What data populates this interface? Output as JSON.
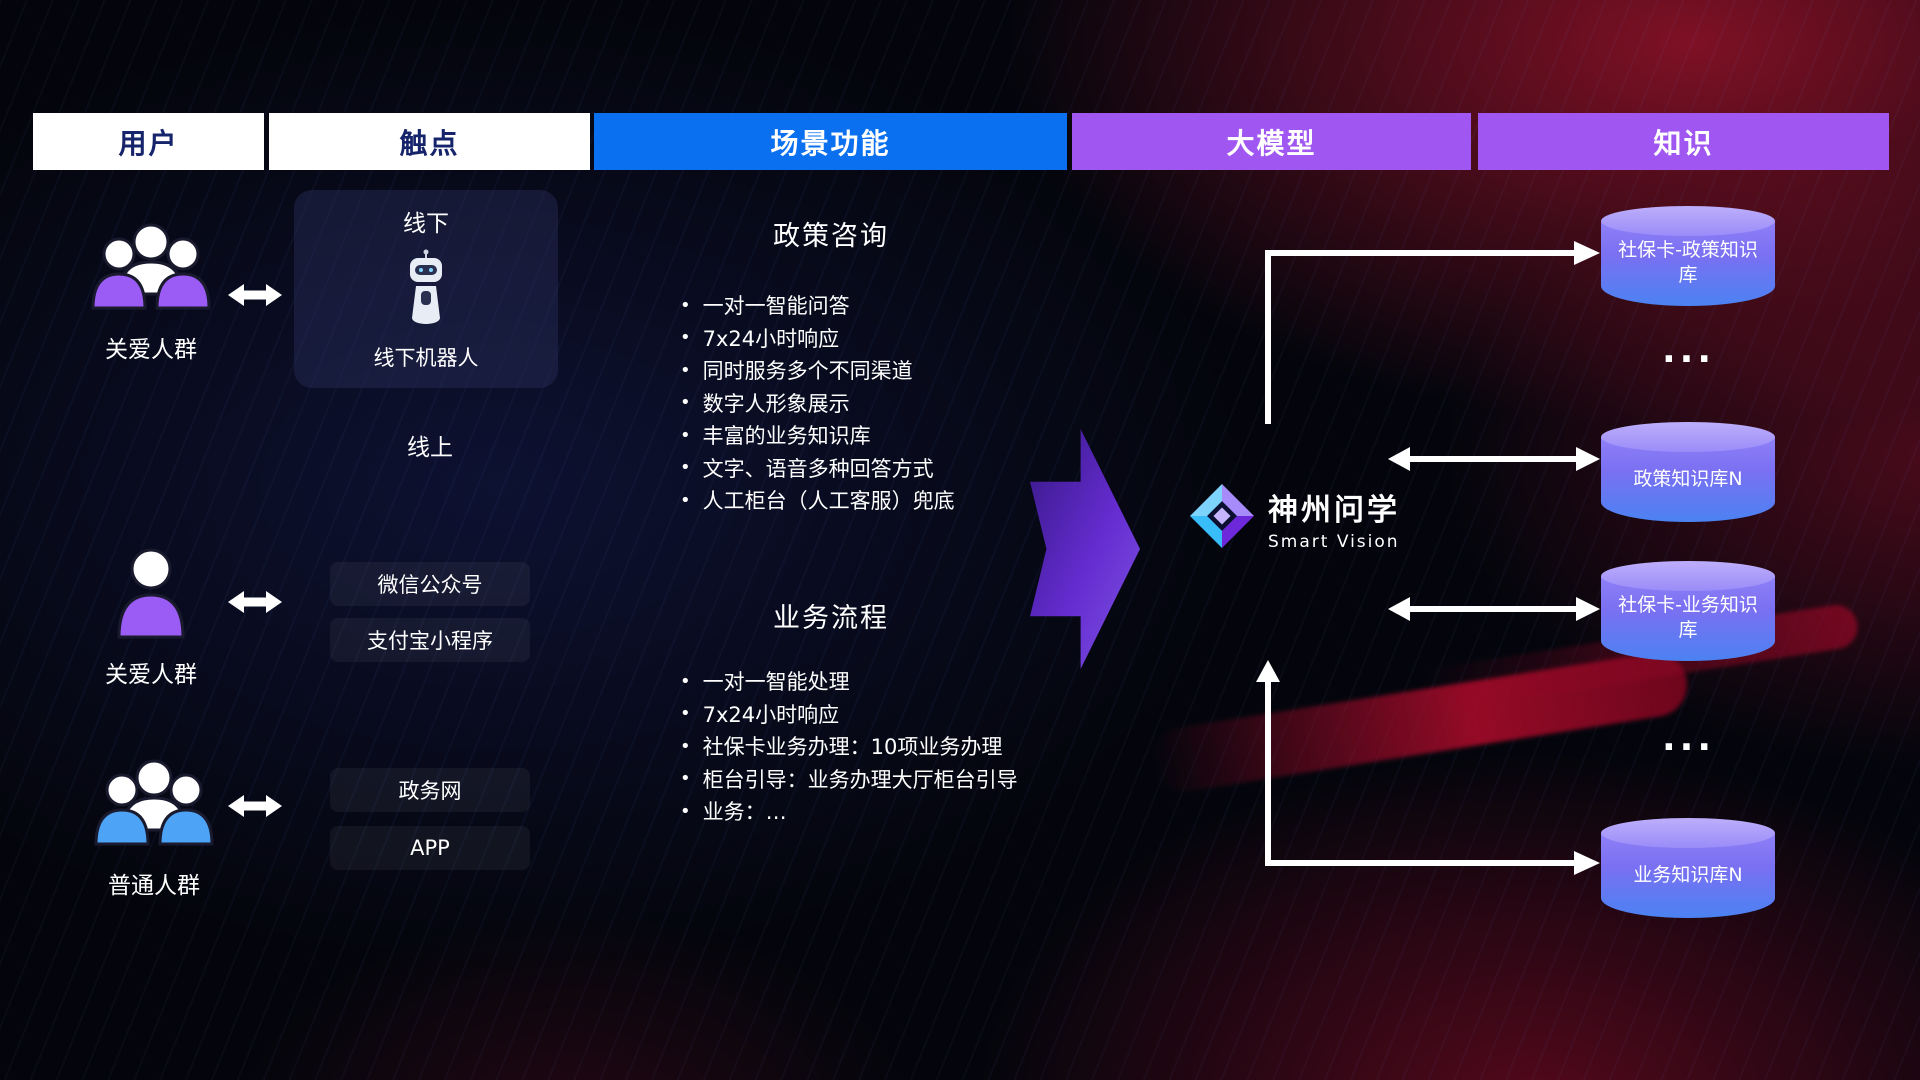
{
  "header": {
    "columns": [
      {
        "label": "用户",
        "variant": "white"
      },
      {
        "label": "触点",
        "variant": "white"
      },
      {
        "label": "场景功能",
        "variant": "blue"
      },
      {
        "label": "大模型",
        "variant": "purple"
      },
      {
        "label": "知识",
        "variant": "purple"
      }
    ]
  },
  "users": [
    {
      "label": "关爱人群",
      "icon": "people-group-icon",
      "color": "#9b5cf6"
    },
    {
      "label": "关爱人群",
      "icon": "person-icon",
      "color": "#9b5cf6"
    },
    {
      "label": "普通人群",
      "icon": "people-group-icon",
      "color": "#4da3f5"
    }
  ],
  "touchpoints": {
    "offline": {
      "title": "线下",
      "caption": "线下机器人",
      "icon": "robot-icon"
    },
    "online_label": "线上",
    "channels": [
      "微信公众号",
      "支付宝小程序",
      "政务网",
      "APP"
    ]
  },
  "scenarios": [
    {
      "title": "政策咨询",
      "bullets": [
        "一对一智能问答",
        "7x24小时响应",
        "同时服务多个不同渠道",
        "数字人形象展示",
        "丰富的业务知识库",
        "文字、语音多种回答方式",
        "人工柜台（人工客服）兜底"
      ]
    },
    {
      "title": "业务流程",
      "bullets": [
        "一对一智能处理",
        "7x24小时响应",
        "社保卡业务办理：10项业务办理",
        "柜台引导：业务办理大厅柜台引导",
        "业务：…"
      ]
    }
  ],
  "model": {
    "name": "神州问学",
    "subtitle": "Smart Vision",
    "icon": "diamond-logo-icon"
  },
  "knowledge": {
    "cylinders": [
      "社保卡-政策知识库",
      "政策知识库N",
      "社保卡-业务知识库",
      "业务知识库N"
    ],
    "ellipsis": "..."
  },
  "colors": {
    "header_blue": "#0a70f0",
    "header_purple": "#a057f2",
    "header_text_dark": "#16246b",
    "cylinder_top": "#b9a6fb",
    "cylinder_body_purple": "#8f80f6",
    "cylinder_body_blue": "#4b82f2",
    "flow_arrow_purple": "#6d2fe0",
    "background_red": "#b40e34",
    "arrow_white": "#ffffff"
  }
}
